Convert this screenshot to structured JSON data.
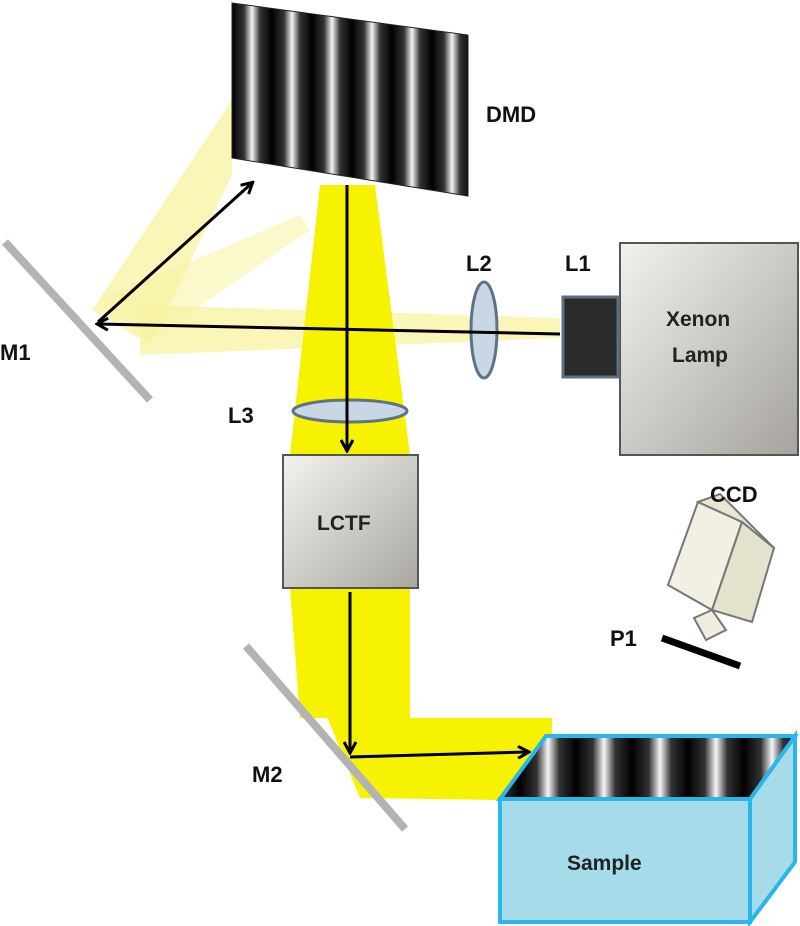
{
  "labels": {
    "dmd": "DMD",
    "m1": "M1",
    "l2": "L2",
    "l1": "L1",
    "xenon_lamp_line1": "Xenon",
    "xenon_lamp_line2": "Lamp",
    "l3": "L3",
    "lctf": "LCTF",
    "ccd": "CCD",
    "p1": "P1",
    "m2": "M2",
    "sample": "Sample"
  },
  "colors": {
    "beam": "#f7f200",
    "beam_pale": "#f8f3a0",
    "mirror": "#b3b3b3",
    "lens": "#c9d6e3",
    "lens_stroke": "#5f7286",
    "sample_fill": "#a6dbea",
    "sample_stroke": "#29b6e8",
    "arrow": "#000000"
  }
}
